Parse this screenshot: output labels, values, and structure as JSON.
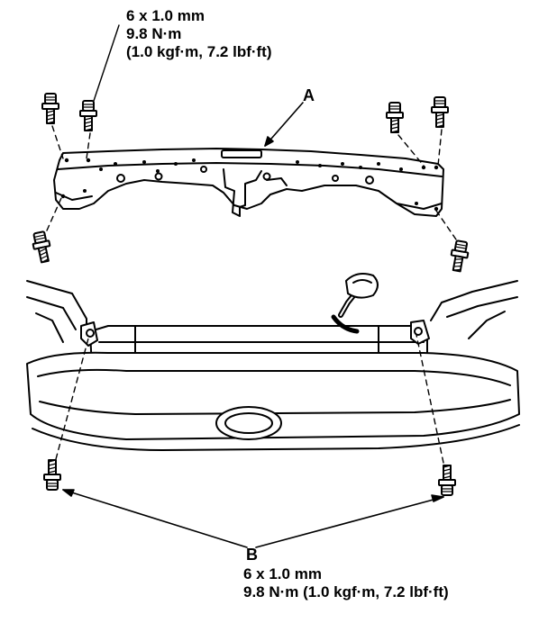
{
  "callouts": {
    "top_spec": {
      "size": "6 x 1.0 mm",
      "torque": "9.8 N·m",
      "torque_alt": "(1.0 kgf·m, 7.2 lbf·ft)"
    },
    "label_a": "A",
    "label_b": "B",
    "bottom_spec": {
      "size": "6 x 1.0 mm",
      "torque": "9.8 N·m (1.0 kgf·m, 7.2 lbf·ft)"
    }
  },
  "colors": {
    "ink": "#000000",
    "paper": "#ffffff"
  }
}
